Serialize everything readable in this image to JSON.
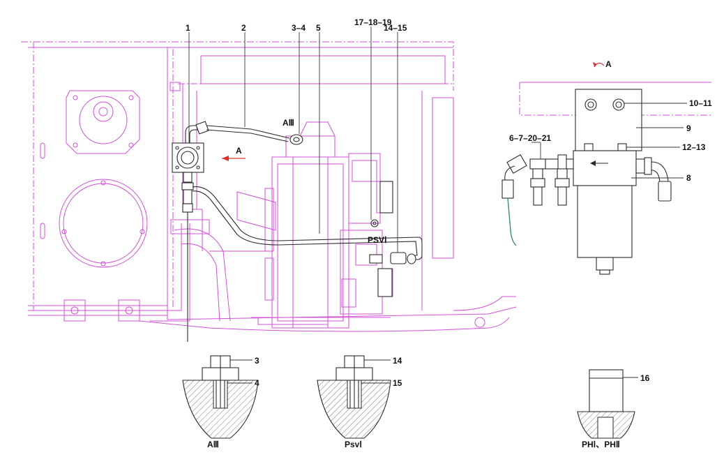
{
  "diagram": {
    "colors": {
      "frame": "#d24fd6",
      "component": "#2a2a2a",
      "hose": "#3b8a7a",
      "red_arrow": "#e03030"
    },
    "main_callouts": {
      "c1": "1",
      "c2": "2",
      "c3": "3–4",
      "c4": "5",
      "c5": "17–18–19",
      "c6": "14–15"
    },
    "port_labels": {
      "aiii": "AⅢ",
      "psvi": "PSVⅠ",
      "arrow_a": "A"
    },
    "view_a": {
      "title": "A",
      "callouts": {
        "c10": "10–11",
        "c9": "9",
        "c6": "6–7–20–21",
        "c12": "12–13",
        "c8": "8"
      }
    },
    "details": [
      {
        "caption": "AⅢ",
        "top_label": "3",
        "bottom_label": "4"
      },
      {
        "caption": "PsvⅠ",
        "top_label": "14",
        "bottom_label": "15"
      },
      {
        "caption": "PHⅠ、PHⅡ",
        "top_label": "16"
      }
    ]
  }
}
